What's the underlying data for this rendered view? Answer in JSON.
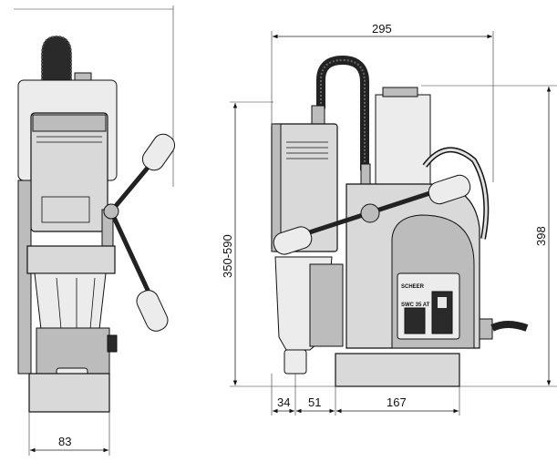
{
  "dimensions": {
    "width_front": "83",
    "overall_width_side": "295",
    "height_range": "350-590",
    "overall_height": "398",
    "offset_1": "34",
    "offset_2": "51",
    "base_length": "167"
  },
  "nameplate": {
    "brand": "SCHEER",
    "model": "SWC 35 AT"
  }
}
